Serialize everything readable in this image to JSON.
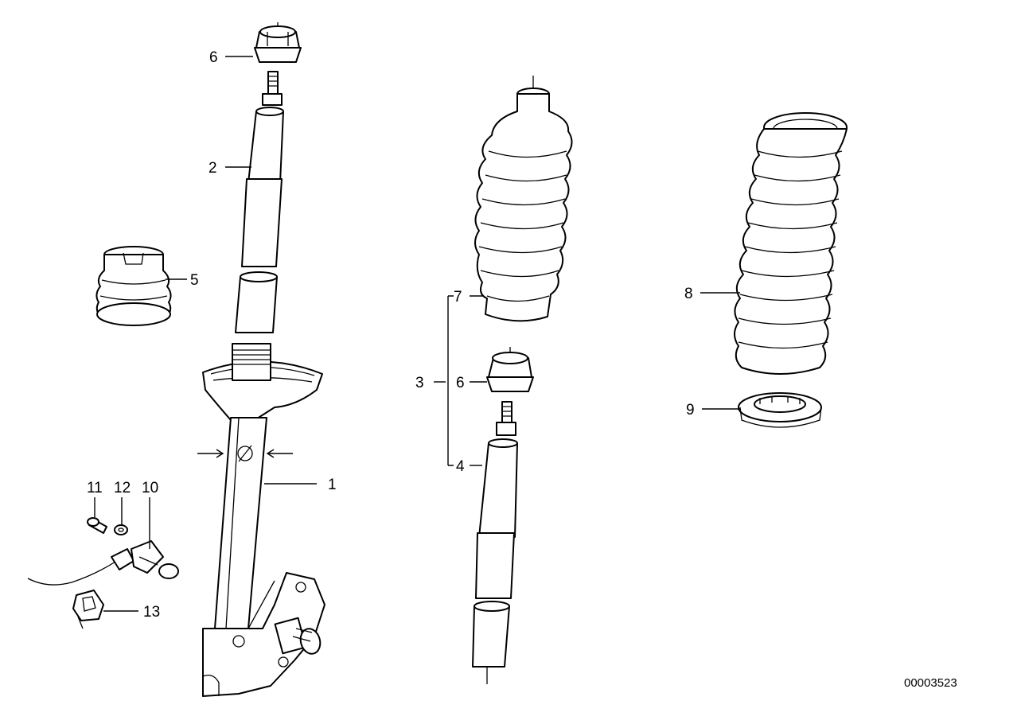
{
  "callouts": {
    "c6a": "6",
    "c2": "2",
    "c5": "5",
    "c1": "1",
    "c11": "11",
    "c12": "12",
    "c10": "10",
    "c13": "13",
    "c7": "7",
    "c3": "3",
    "c6b": "6",
    "c4": "4",
    "c8": "8",
    "c9": "9"
  },
  "document_number": "00003523"
}
